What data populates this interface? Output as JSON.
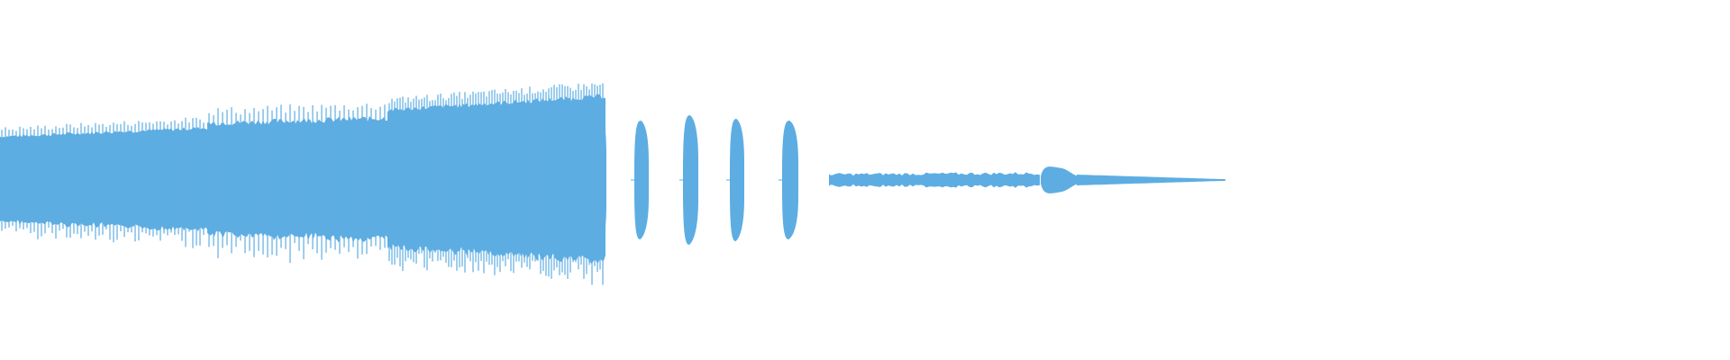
{
  "waveform": {
    "color": "#5dade2",
    "background": "#ffffff",
    "segments": [
      {
        "id": "seg-1",
        "kind": "dense-buzz",
        "amplitude": 0.25,
        "variation": 0.12
      },
      {
        "id": "seg-2",
        "kind": "dense-buzz",
        "amplitude": 0.33,
        "variation": 0.15
      },
      {
        "id": "seg-3",
        "kind": "dense-block",
        "amplitude": 0.48,
        "variation": 0.1
      },
      {
        "id": "seg-4",
        "kind": "pulse",
        "amplitude": 0.43
      },
      {
        "id": "seg-5",
        "kind": "pulse",
        "amplitude": 0.33
      },
      {
        "id": "seg-6",
        "kind": "pulse",
        "amplitude": 0.36
      },
      {
        "id": "seg-7",
        "kind": "pulse",
        "amplitude": 0.34
      },
      {
        "id": "seg-8",
        "kind": "pulse",
        "amplitude": 0.33
      },
      {
        "id": "seg-9",
        "kind": "quiet-tail",
        "amplitude": 0.03
      },
      {
        "id": "seg-10",
        "kind": "bump",
        "amplitude": 0.08
      },
      {
        "id": "seg-11",
        "kind": "quiet-tail",
        "amplitude": 0.02
      }
    ]
  }
}
